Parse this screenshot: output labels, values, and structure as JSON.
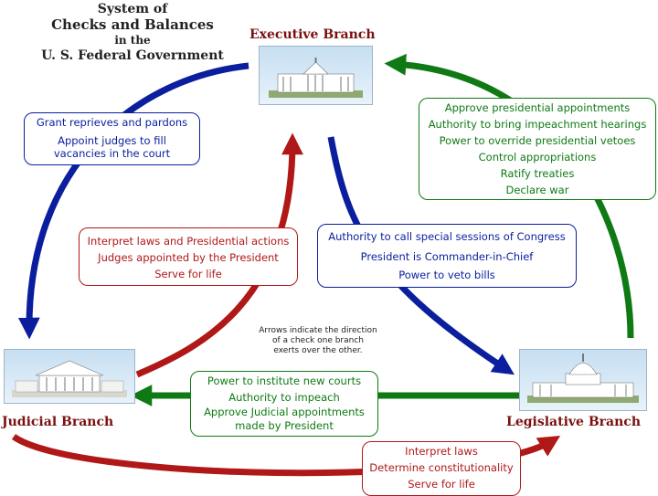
{
  "title": {
    "line1": "System of",
    "line2": "Checks and Balances",
    "line3": "in the",
    "line4": "U. S. Federal Government"
  },
  "branches": {
    "executive": "Executive Branch",
    "judicial": "Judicial Branch",
    "legislative": "Legislative Branch"
  },
  "note": {
    "line1": "Arrows indicate the direction",
    "line2": "of a check one branch",
    "line3": "exerts over the other."
  },
  "checks": {
    "exec_on_judicial": [
      "Grant reprieves and pardons",
      "Appoint judges to fill",
      "vacancies in the court"
    ],
    "legislative_on_exec": [
      "Approve presidential appointments",
      "Authority to bring impeachment hearings",
      "Power to override presidential vetoes",
      "Control appropriations",
      "Ratify treaties",
      "Declare war"
    ],
    "judicial_on_exec": [
      "Interpret laws and Presidential actions",
      "Judges appointed by the President",
      "Serve for life"
    ],
    "exec_on_legislative": [
      "Authority to call special sessions of Congress",
      "President is Commander-in-Chief",
      "Power to veto bills"
    ],
    "legislative_on_judicial": [
      "Power to institute new courts",
      "Authority to impeach",
      "Approve Judicial appointments",
      "made by President"
    ],
    "judicial_on_legislative": [
      "Interpret laws",
      "Determine constitutionality",
      "Serve for life"
    ]
  },
  "colors": {
    "executive": "#0a1e9e",
    "judicial": "#b01818",
    "legislative": "#0f7a14",
    "header_text": "#7a1010"
  }
}
